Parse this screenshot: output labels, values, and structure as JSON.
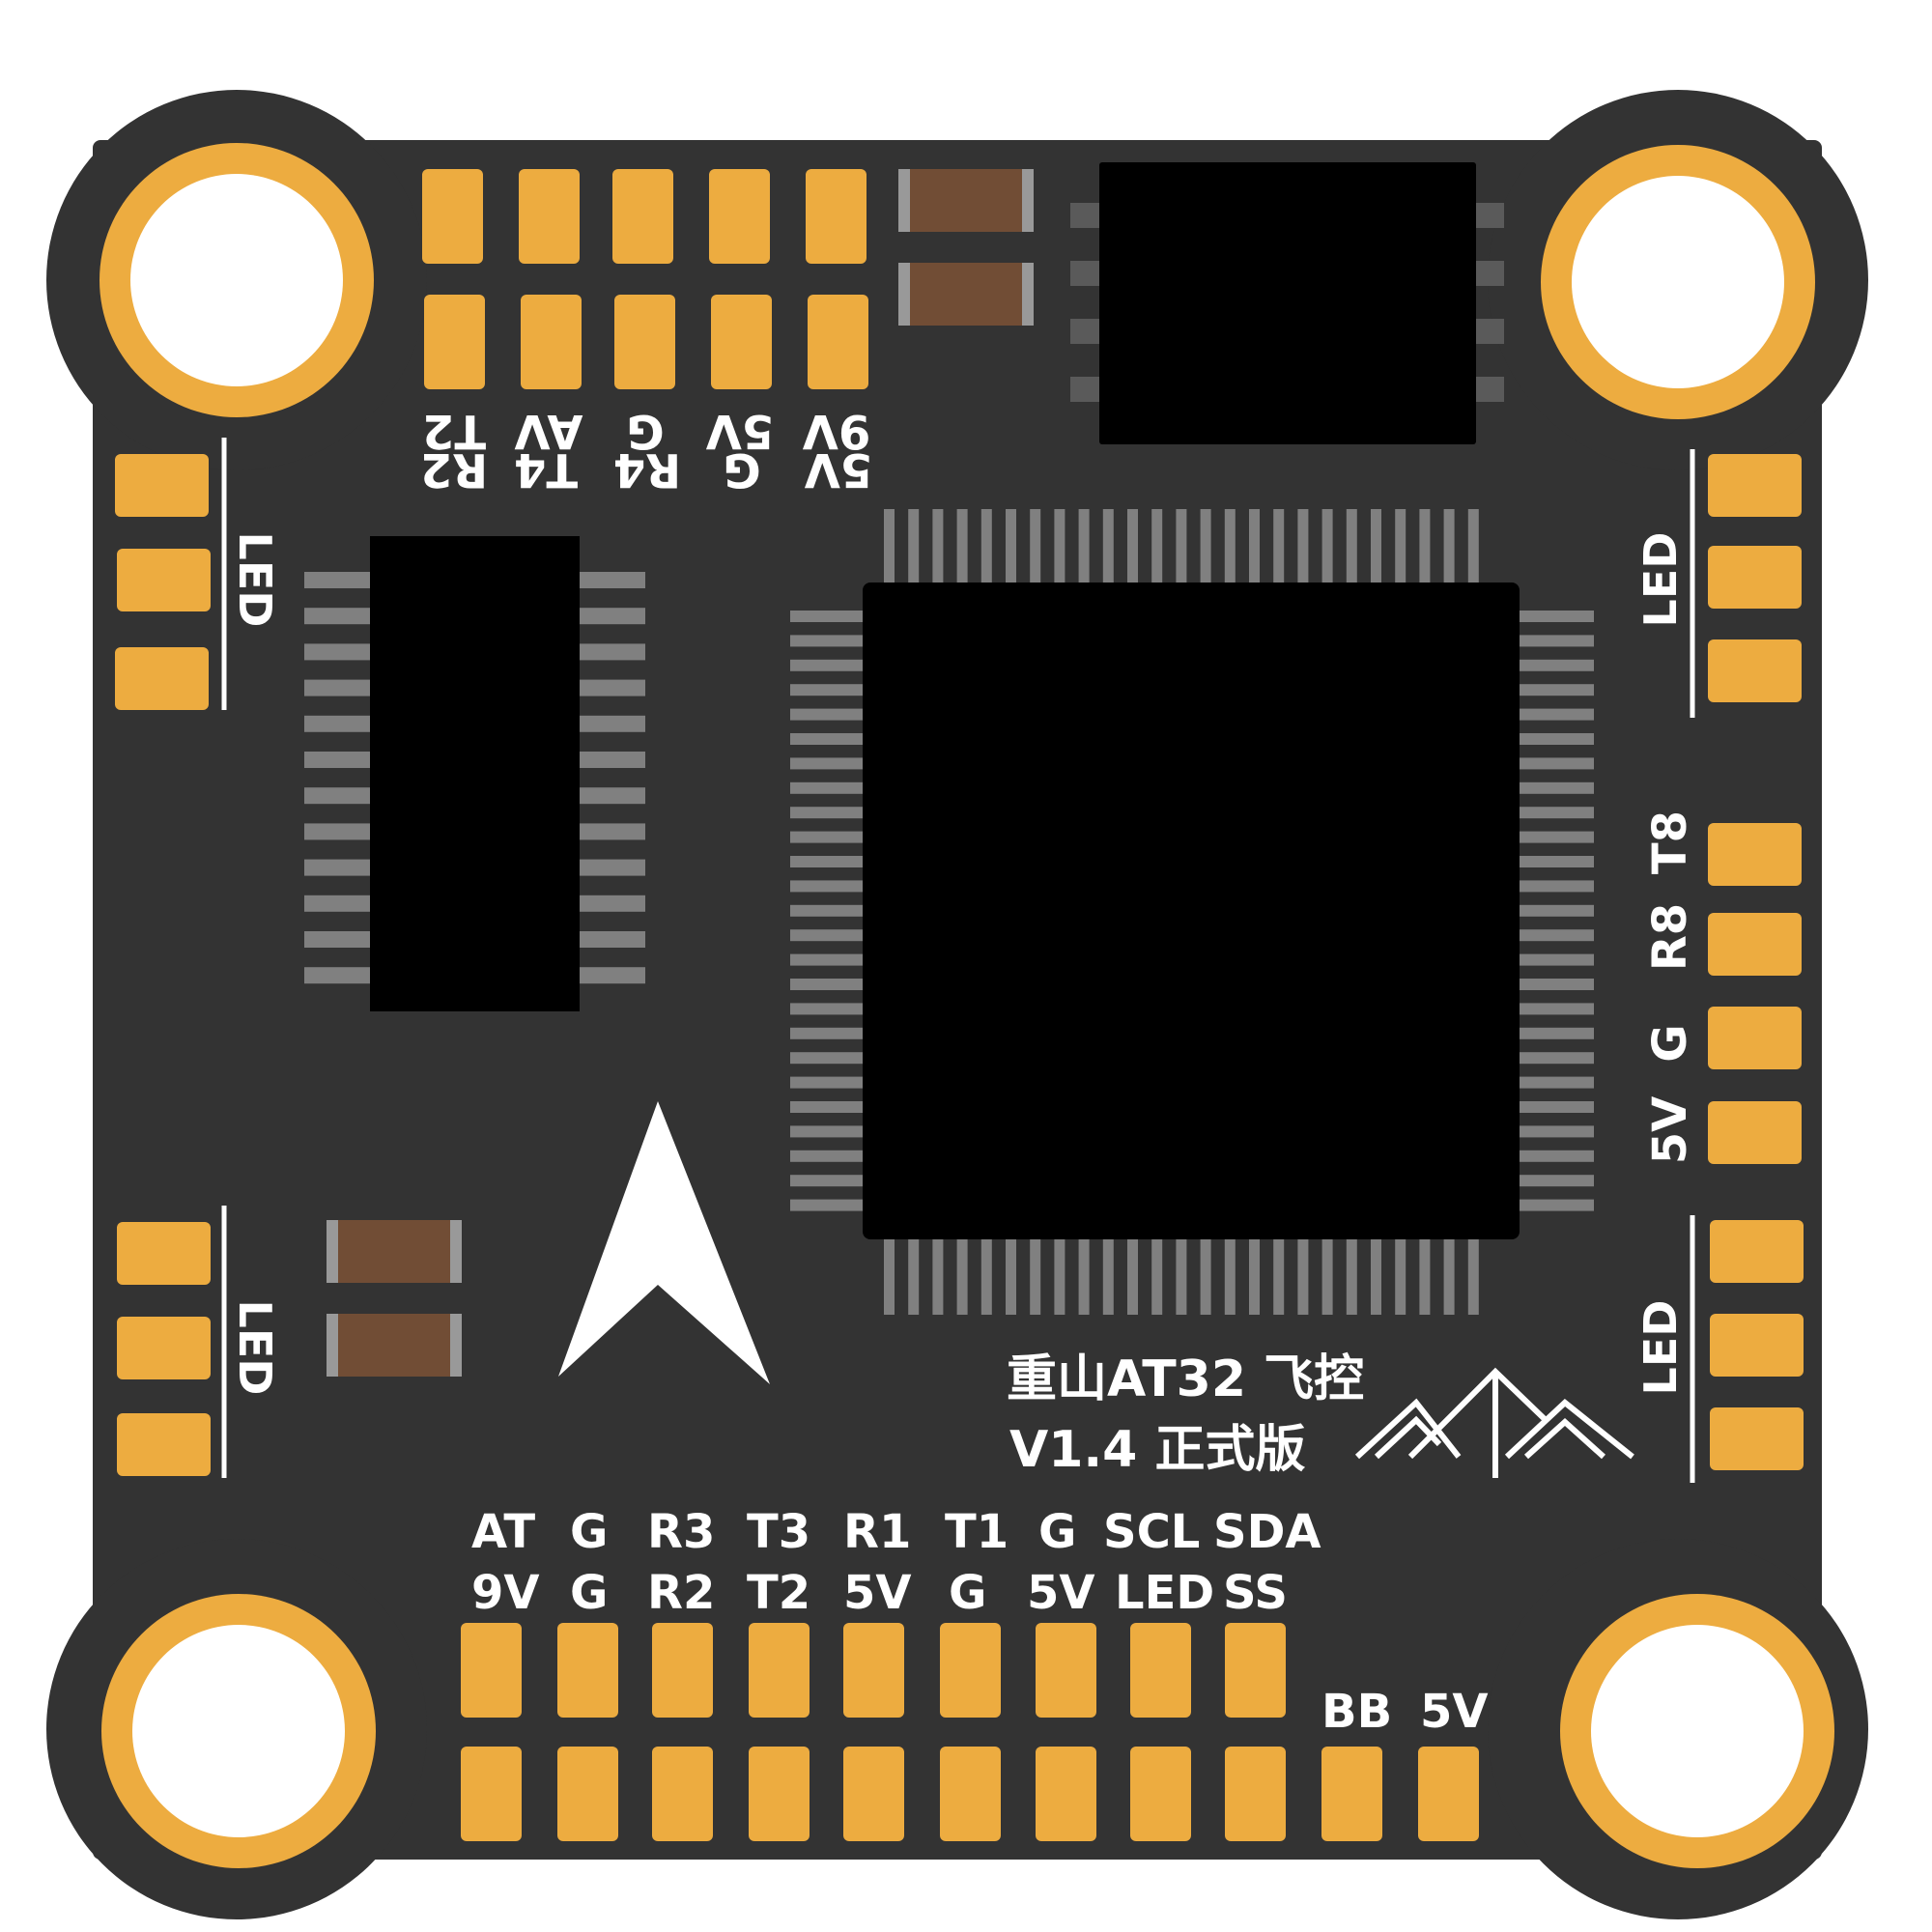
{
  "colors": {
    "board": "#333333",
    "pad": "#EDAC40",
    "hole": "#FFFFFF",
    "chip": "#000000",
    "pin": "#808080",
    "capacitor": "#714D35",
    "capacitor_end": "#999999",
    "silkscreen": "#FFFFFF"
  },
  "top_header": {
    "row1_labels": [
      "T2",
      "AV",
      "G",
      "5V",
      "9V"
    ],
    "row2_labels": [
      "R2",
      "T4",
      "R4",
      "G",
      "5V"
    ]
  },
  "led_labels": {
    "left_top": "LED",
    "left_bottom": "LED",
    "right_top": "LED",
    "right_bottom": "LED"
  },
  "right_header": {
    "labels": [
      "T8",
      "R8",
      "G",
      "5V"
    ]
  },
  "title": {
    "line1": "重山AT32 飞控",
    "line2": "V1.4 正式版"
  },
  "bottom_header": {
    "row1_labels": [
      "AT",
      "G",
      "R3",
      "T3",
      "R1",
      "T1",
      "G",
      "SCL",
      "SDA"
    ],
    "row2_labels": [
      "9V",
      "G",
      "R2",
      "T2",
      "5V",
      "G",
      "5V",
      "LED",
      "SS"
    ],
    "buzzer_labels": [
      "BB",
      "5V"
    ]
  },
  "icons": {
    "direction": "forward-arrow-icon",
    "logo": "mountain-logo-icon"
  }
}
